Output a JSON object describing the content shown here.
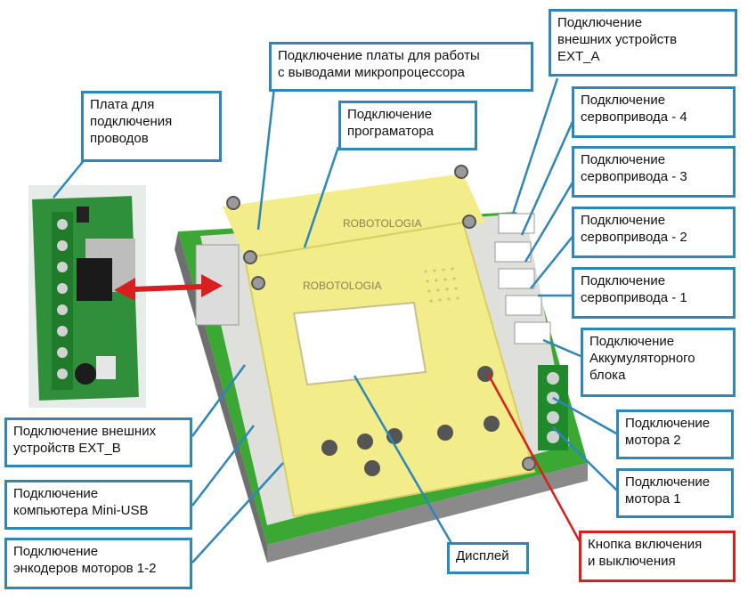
{
  "labels": {
    "ext_a": "Подключение\nвнешних устройств\nEXT_A",
    "mcu_board": "Подключение платы для работы\nс выводами микропроцессора",
    "programmer": "Подключение\nпрограматора",
    "wire_board": "Плата для\nподключения\nпроводов",
    "servo4": "Подключение\nсервопривода - 4",
    "servo3": "Подключение\nсервопривода - 3",
    "servo2": "Подключение\nсервопривода - 2",
    "servo1": "Подключение\nсервопривода - 1",
    "battery": "Подключение\nАккумуляторного\nблока",
    "motor2": "Подключение\nмотора 2",
    "motor1": "Подключение\nмотора 1",
    "ext_b": "Подключение внешних\nустройств EXT_B",
    "mini_usb": "Подключение\nкомпьютера Mini-USB",
    "encoders": "Подключение\nэнкодеров моторов 1-2",
    "display": "Дисплей",
    "power_button": "Кнопка включения\nи выключения"
  },
  "device": {
    "logo_top": "ROBOTOLOGIA",
    "logo_front": "ROBOTOLOGIA"
  },
  "colors": {
    "callout_border": "#2f86b8",
    "power_border": "#d71f1f",
    "leader": "#2f86b8",
    "power_leader": "#d71f1f",
    "board_green": "#3aa832",
    "cover_yellow": "#f3ec8a",
    "pcb_green": "#2f8f3a"
  }
}
